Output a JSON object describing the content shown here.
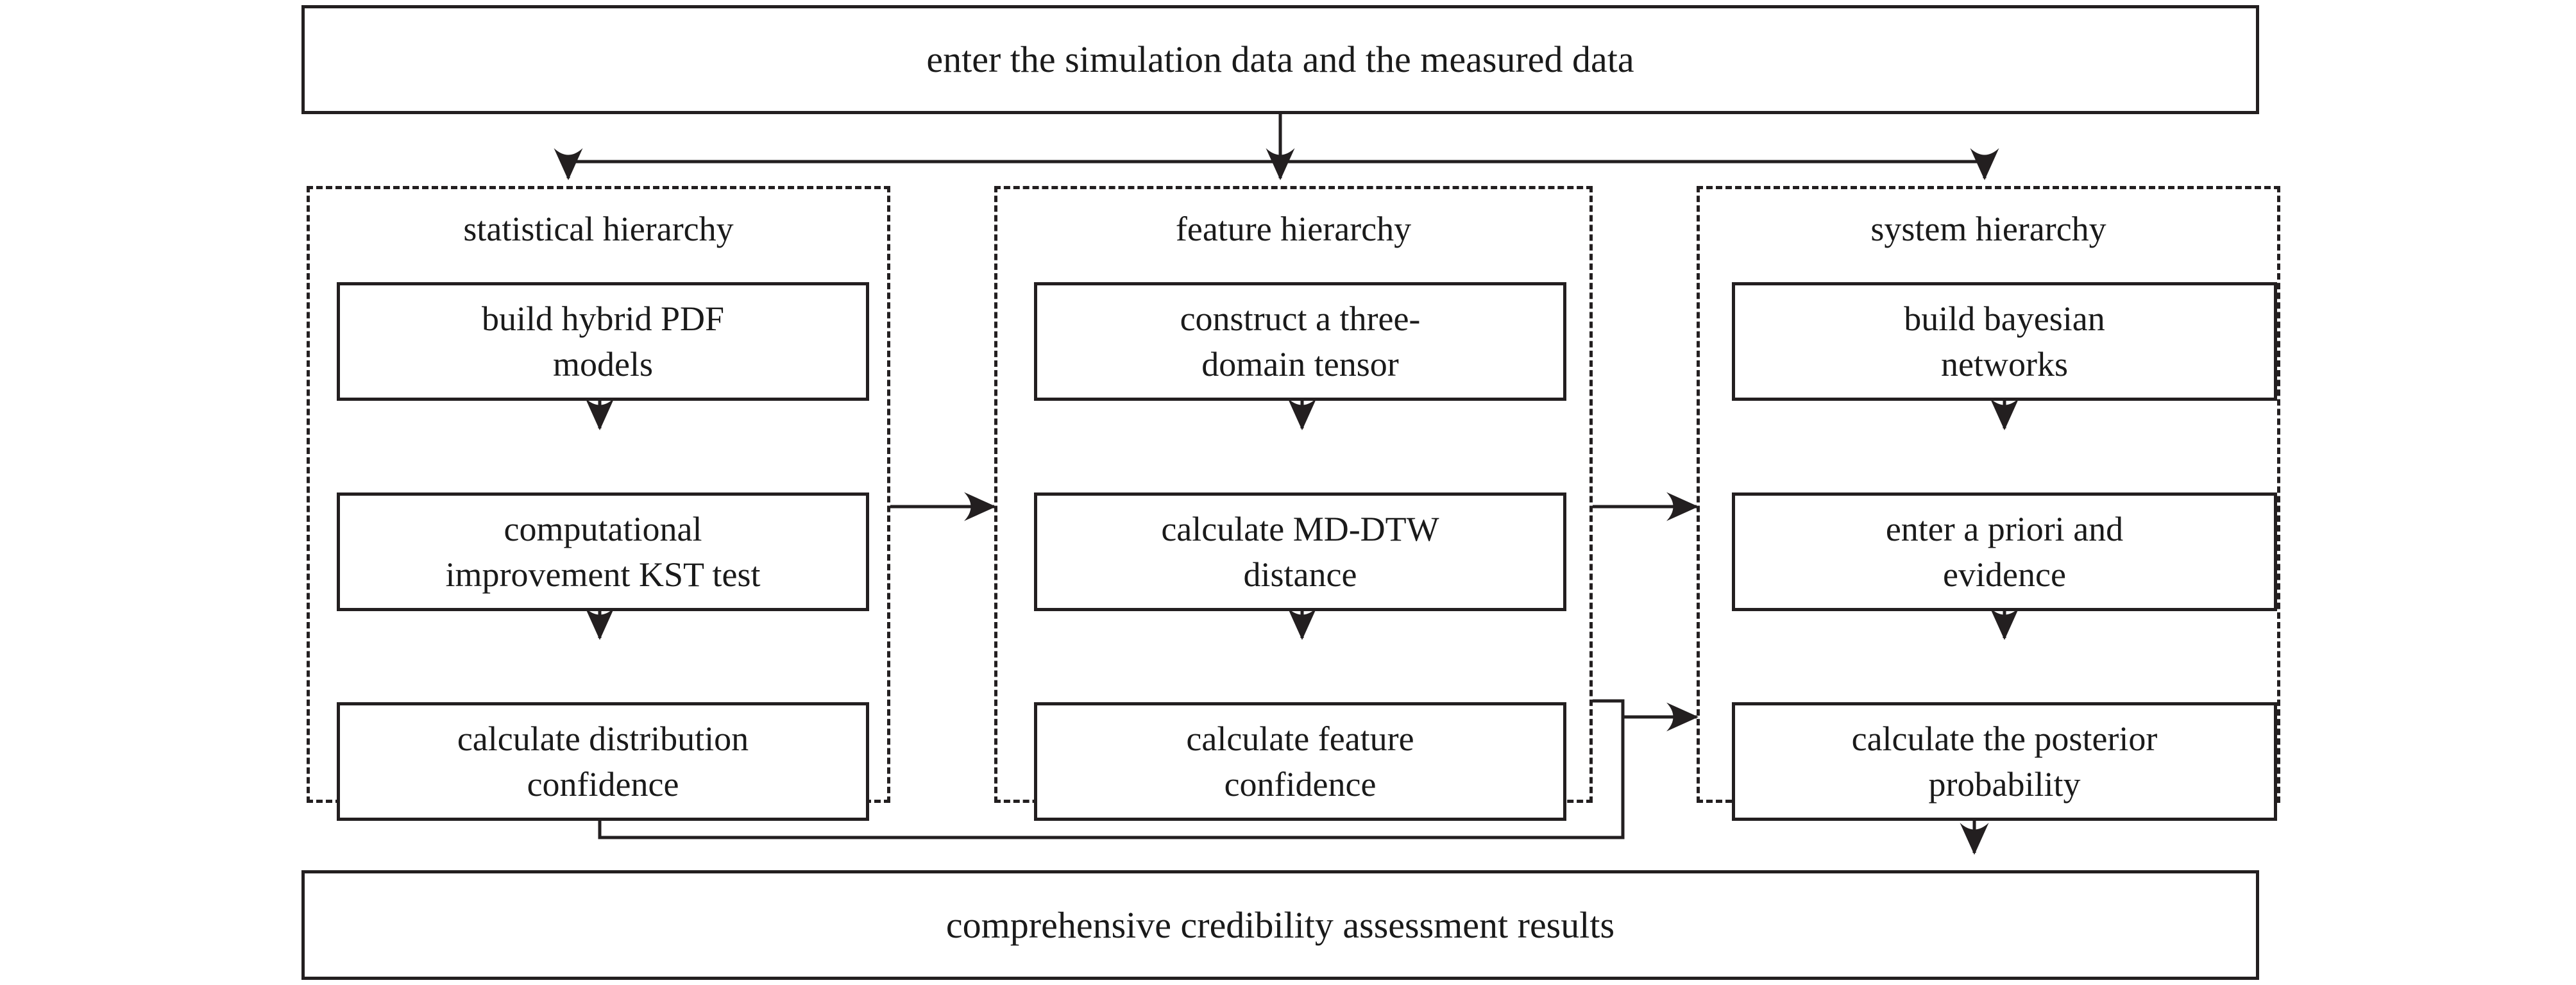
{
  "diagram": {
    "title_top": "enter the simulation data and the measured data",
    "title_bottom": "comprehensive credibility assessment results",
    "groups": [
      {
        "id": "statistical",
        "label": "statistical hierarchy",
        "steps": [
          "build hybrid PDF\nmodels",
          "computational\nimprovement KST test",
          "calculate distribution\nconfidence"
        ]
      },
      {
        "id": "feature",
        "label": "feature hierarchy",
        "steps": [
          "construct a three-\ndomain tensor",
          "calculate MD-DTW\ndistance",
          "calculate feature\nconfidence"
        ]
      },
      {
        "id": "system",
        "label": "system hierarchy",
        "steps": [
          "build bayesian\nnetworks",
          "enter a priori and\nevidence",
          "calculate the posterior\nprobability"
        ]
      }
    ],
    "colors": {
      "stroke": "#231f20",
      "text": "#1a1a1a",
      "background": "#ffffff"
    }
  }
}
